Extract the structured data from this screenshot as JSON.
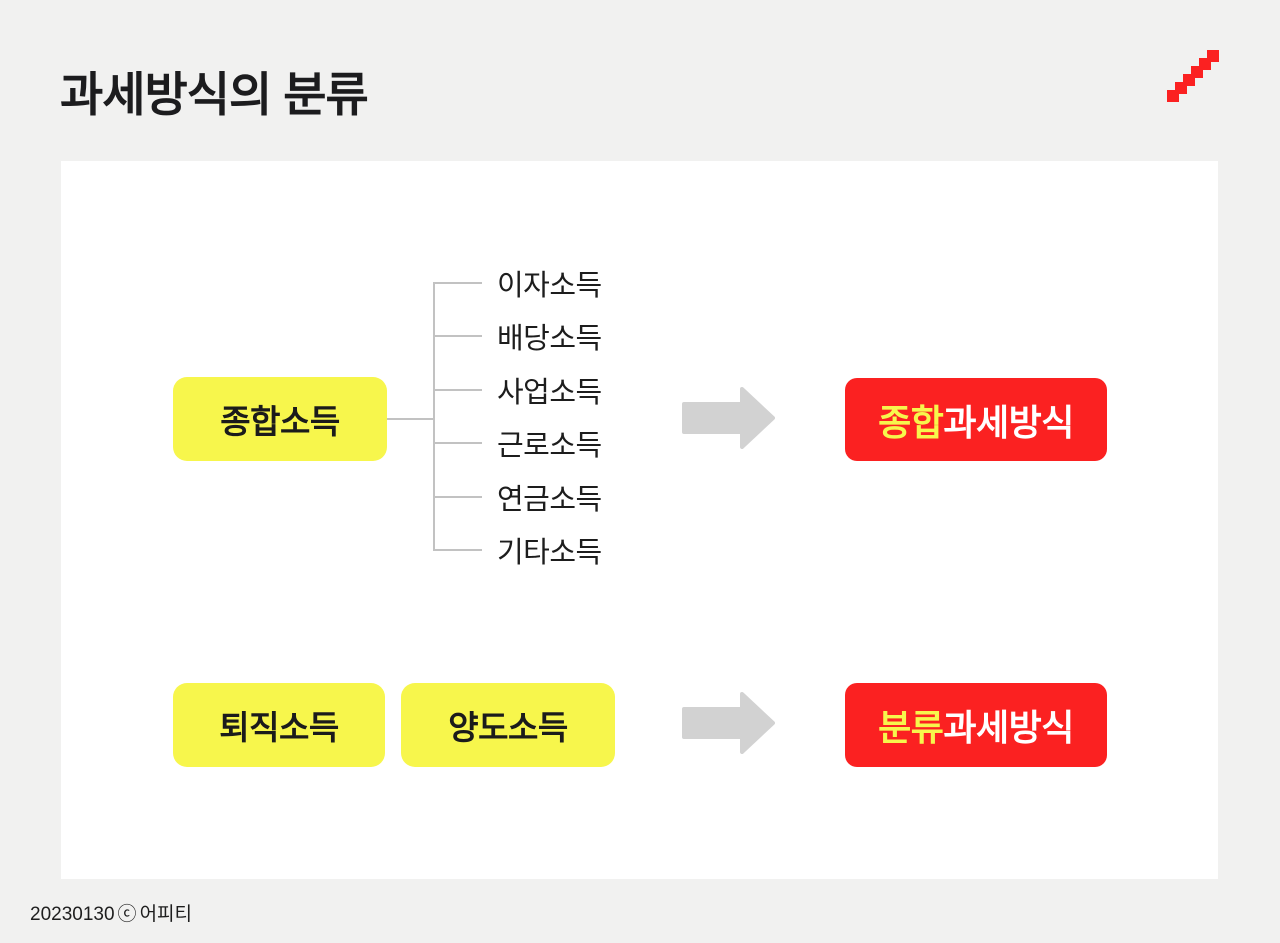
{
  "page": {
    "title": "과세방식의 분류",
    "footer": {
      "date": "20230130",
      "copyright_symbol": "ⓒ",
      "brand": "어피티"
    }
  },
  "colors": {
    "background": "#f1f1f0",
    "card": "#ffffff",
    "highlight_yellow": "#f7f64c",
    "accent_red": "#fb2121",
    "arrow_gray": "#d2d2d2",
    "bracket_line_gray": "#c2c2c2",
    "text_dark": "#1c1c1e"
  },
  "diagram": {
    "top_row": {
      "source_box": "종합소득",
      "incomes": [
        "이자소득",
        "배당소득",
        "사업소득",
        "근로소득",
        "연금소득",
        "기타소득"
      ],
      "result_box": {
        "highlight": "종합",
        "rest": "과세방식"
      }
    },
    "bottom_row": {
      "source_box_1": "퇴직소득",
      "source_box_2": "양도소득",
      "result_box": {
        "highlight": "분류",
        "rest": "과세방식"
      }
    },
    "icons": {
      "deco": "pixel-stairs-icon",
      "flow": "right-block-arrow-icon"
    }
  }
}
